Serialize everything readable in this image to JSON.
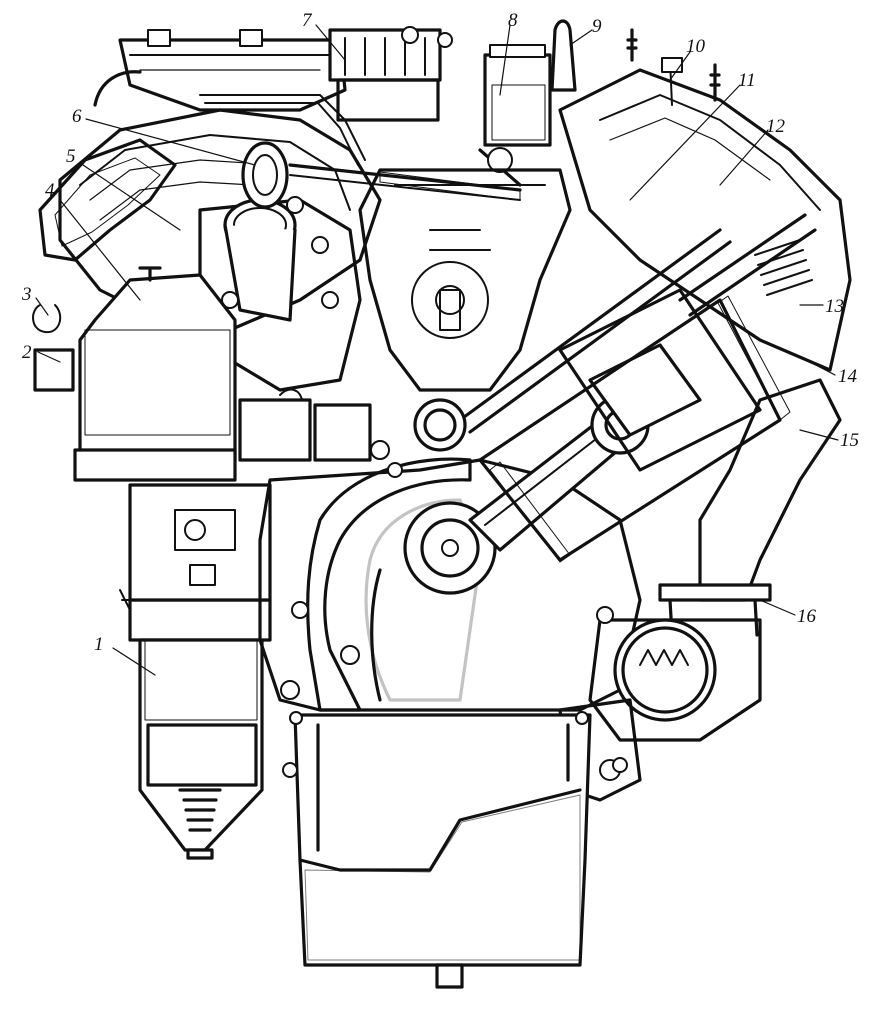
{
  "figure": {
    "callouts": [
      {
        "id": "1",
        "label": "1"
      },
      {
        "id": "2",
        "label": "2"
      },
      {
        "id": "3",
        "label": "3"
      },
      {
        "id": "4",
        "label": "4"
      },
      {
        "id": "5",
        "label": "5"
      },
      {
        "id": "6",
        "label": "6"
      },
      {
        "id": "7",
        "label": "7"
      },
      {
        "id": "8",
        "label": "8"
      },
      {
        "id": "9",
        "label": "9"
      },
      {
        "id": "10",
        "label": "10"
      },
      {
        "id": "11",
        "label": "11"
      },
      {
        "id": "12",
        "label": "12"
      },
      {
        "id": "13",
        "label": "13"
      },
      {
        "id": "14",
        "label": "14"
      },
      {
        "id": "15",
        "label": "15"
      },
      {
        "id": "16",
        "label": "16"
      }
    ],
    "colors": {
      "ink": "#111111",
      "paper": "#ffffff"
    }
  }
}
